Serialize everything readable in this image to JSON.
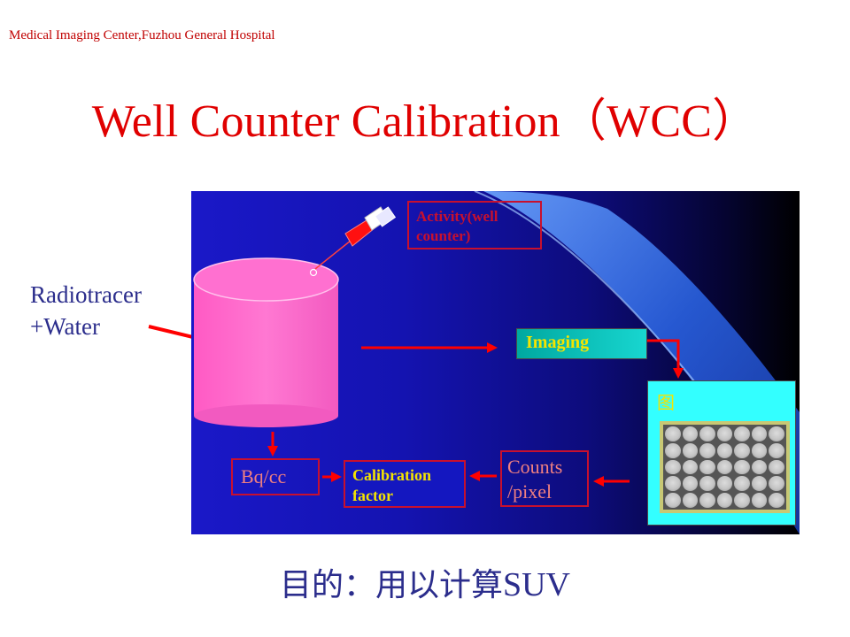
{
  "header": {
    "text": "Medical Imaging Center,Fuzhou General Hospital"
  },
  "slide": {
    "title": "Well Counter Calibration（WCC）",
    "side_label": {
      "line1": "Radiotracer",
      "line2": "+Water"
    },
    "footer": {
      "cn": "目的：用以计算",
      "en": "SUV"
    }
  },
  "diagram": {
    "activity": {
      "line1": "Activity(well",
      "line2": "counter)"
    },
    "imaging": "Imaging",
    "image_label": "图",
    "counts": {
      "line1": "Counts",
      "line2": "/pixel"
    },
    "calibration": {
      "line1": "Calibration",
      "line2": "factor"
    },
    "bq": "Bq/cc"
  },
  "colors": {
    "title_red": "#e00000",
    "header_red": "#c00000",
    "label_blue": "#2b2d8c",
    "cylinder_pink": "#ff66cc",
    "arrow_red": "#ff0000",
    "imaging_yellow": "#f4e400",
    "panel_cyan": "#33ffff",
    "diagram_blue": "#1a18c8"
  }
}
